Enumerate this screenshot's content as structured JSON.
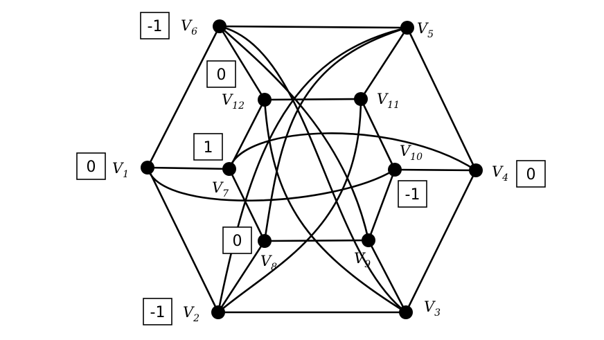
{
  "graph": {
    "vertices": [
      {
        "id": "v1",
        "label_base": "V",
        "label_sub": "1",
        "weight": "0"
      },
      {
        "id": "v2",
        "label_base": "V",
        "label_sub": "2",
        "weight": "-1"
      },
      {
        "id": "v3",
        "label_base": "V",
        "label_sub": "3",
        "weight": ""
      },
      {
        "id": "v4",
        "label_base": "V",
        "label_sub": "4",
        "weight": "0"
      },
      {
        "id": "v5",
        "label_base": "V",
        "label_sub": "5",
        "weight": ""
      },
      {
        "id": "v6",
        "label_base": "V",
        "label_sub": "6",
        "weight": "-1"
      },
      {
        "id": "v7",
        "label_base": "V",
        "label_sub": "7",
        "weight": "1"
      },
      {
        "id": "v8",
        "label_base": "V",
        "label_sub": "8",
        "weight": "0"
      },
      {
        "id": "v9",
        "label_base": "V",
        "label_sub": "9",
        "weight": ""
      },
      {
        "id": "v10",
        "label_base": "V",
        "label_sub": "10",
        "weight": "-1"
      },
      {
        "id": "v11",
        "label_base": "V",
        "label_sub": "11",
        "weight": ""
      },
      {
        "id": "v12",
        "label_base": "V",
        "label_sub": "12",
        "weight": "0"
      }
    ],
    "edges": [
      [
        "v1",
        "v2"
      ],
      [
        "v2",
        "v3"
      ],
      [
        "v3",
        "v4"
      ],
      [
        "v4",
        "v5"
      ],
      [
        "v5",
        "v6"
      ],
      [
        "v6",
        "v1"
      ],
      [
        "v7",
        "v8"
      ],
      [
        "v8",
        "v9"
      ],
      [
        "v9",
        "v10"
      ],
      [
        "v10",
        "v11"
      ],
      [
        "v11",
        "v12"
      ],
      [
        "v12",
        "v7"
      ],
      [
        "v1",
        "v7"
      ],
      [
        "v2",
        "v8"
      ],
      [
        "v3",
        "v9"
      ],
      [
        "v4",
        "v10"
      ],
      [
        "v5",
        "v11"
      ],
      [
        "v6",
        "v12"
      ],
      [
        "v6",
        "v9"
      ],
      [
        "v6",
        "v3"
      ],
      [
        "v5",
        "v8"
      ],
      [
        "v5",
        "v2"
      ],
      [
        "v12",
        "v9"
      ],
      [
        "v11",
        "v2"
      ],
      [
        "v1",
        "v10"
      ],
      [
        "v7",
        "v4"
      ]
    ]
  }
}
